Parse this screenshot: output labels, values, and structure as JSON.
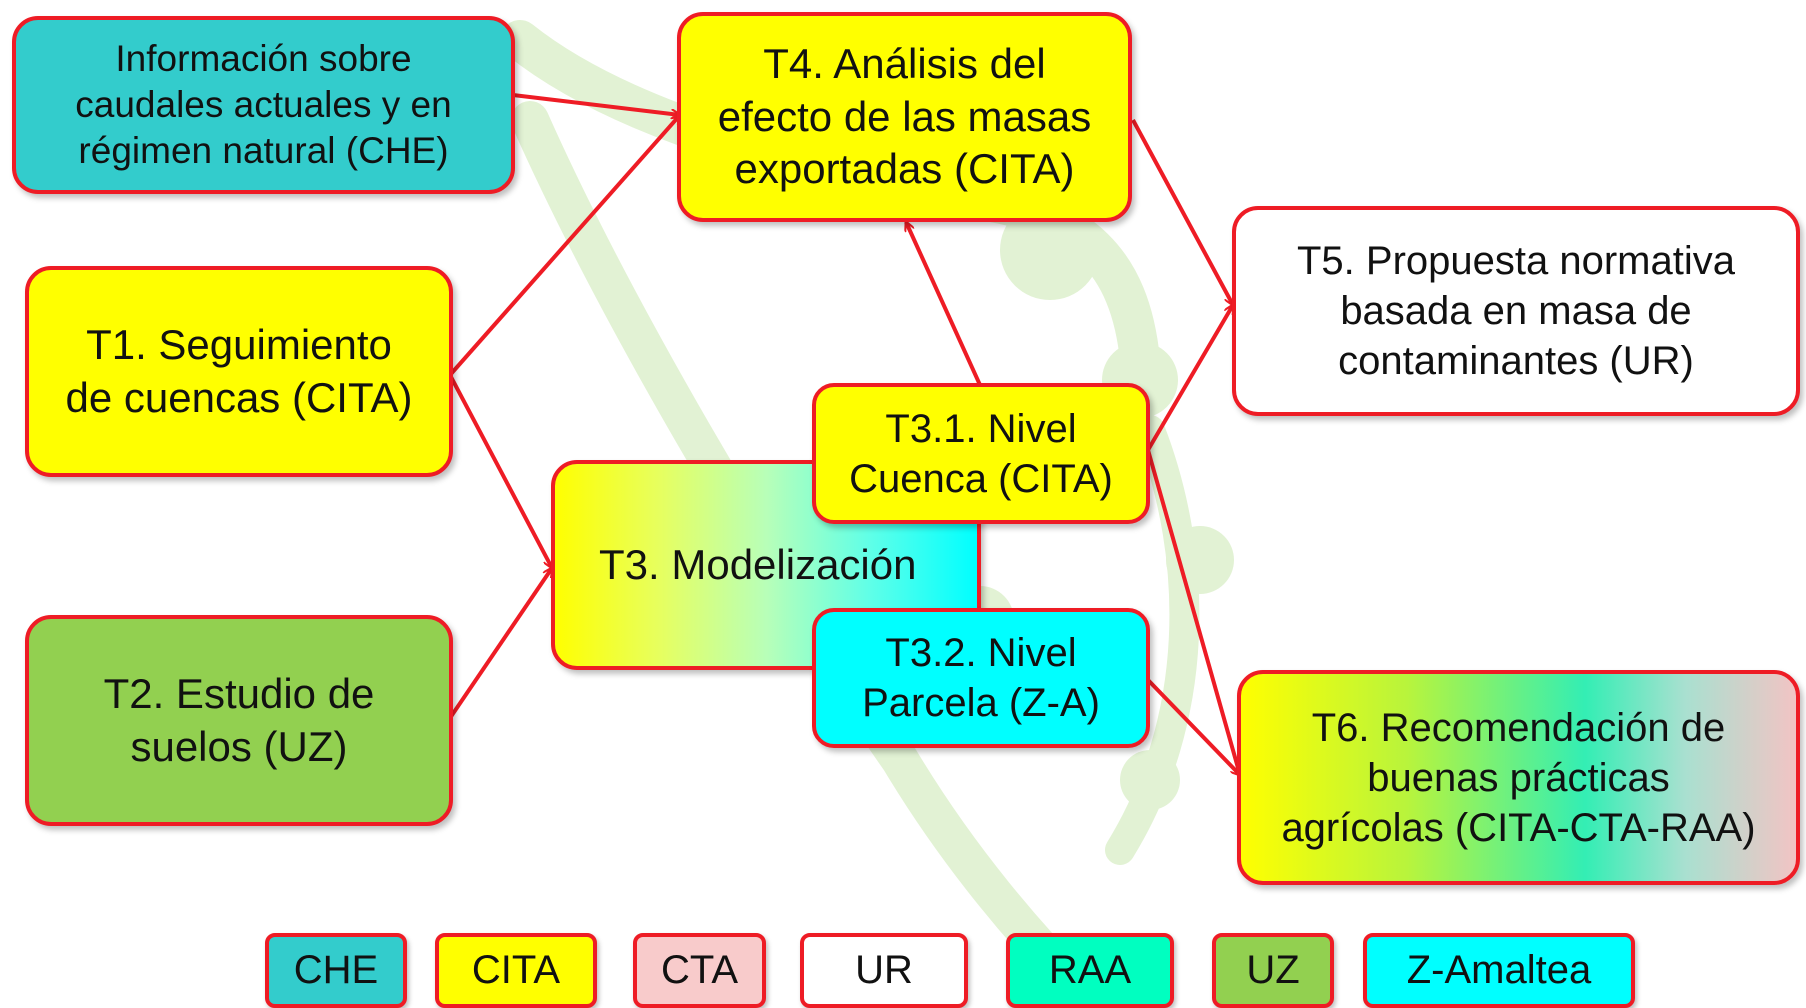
{
  "colors": {
    "border": "#ee1c25",
    "arrow": "#ee1c25",
    "che": "#33cccc",
    "cita": "#ffff00",
    "cta": "#f8cbcb",
    "ur": "#ffffff",
    "raa": "#00ffc0",
    "uz": "#92d050",
    "z_amaltea": "#00ffff",
    "watermark": "#dff0d0"
  },
  "nodes": {
    "che_info": "Información sobre\ncaudales actuales y en\nrégimen natural (CHE)",
    "t1": "T1. Seguimiento\nde cuencas (CITA)",
    "t2": "T2. Estudio de\nsuelos (UZ)",
    "t3": "T3. Modelización",
    "t31": "T3.1. Nivel\nCuenca (CITA)",
    "t32": "T3.2. Nivel\nParcela (Z-A)",
    "t4": "T4. Análisis del\nefecto de las masas\nexportadas (CITA)",
    "t5": "T5. Propuesta normativa\nbasada en masa de\ncontaminantes (UR)",
    "t6": "T6. Recomendación de\nbuenas prácticas\nagrícolas (CITA-CTA-RAA)"
  },
  "legend": [
    "CHE",
    "CITA",
    "CTA",
    "UR",
    "RAA",
    "UZ",
    "Z-Amaltea"
  ]
}
